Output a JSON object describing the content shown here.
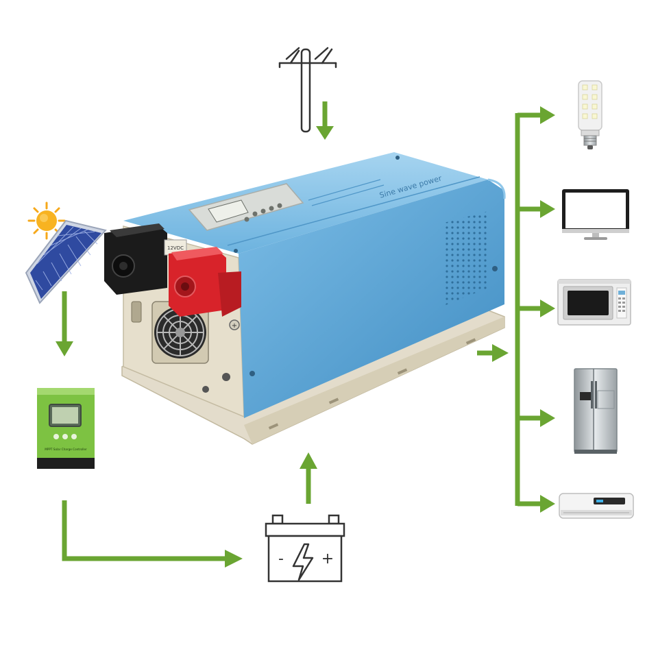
{
  "colors": {
    "arrow": "#6aa532",
    "inverter_body": "#5fa8d6",
    "inverter_body_dark": "#3d86b8",
    "mounting_plate": "#e3dccb",
    "terminal_negative": "#1a1a1a",
    "terminal_positive": "#d8232a",
    "controller_green": "#7dc242",
    "sun": "#f6a81a",
    "solar_cell": "#3550a8",
    "outline": "#333333"
  },
  "icons": {
    "sun": "sun-icon",
    "solar_panel": "solar-panel-icon",
    "utility_pole": "utility-pole-icon",
    "charge_controller": "charge-controller-icon",
    "battery": "battery-icon",
    "inverter": "inverter-icon",
    "bulb": "led-bulb-icon",
    "monitor": "monitor-icon",
    "microwave": "microwave-icon",
    "fridge": "refrigerator-icon",
    "air_conditioner": "air-conditioner-icon"
  },
  "inverter": {
    "panel_label": "Sine wave power",
    "terminal_label": "12VDC"
  },
  "controller": {
    "label": "MPPT Solar Charge Controller"
  },
  "battery": {
    "minus": "-",
    "plus": "+"
  }
}
